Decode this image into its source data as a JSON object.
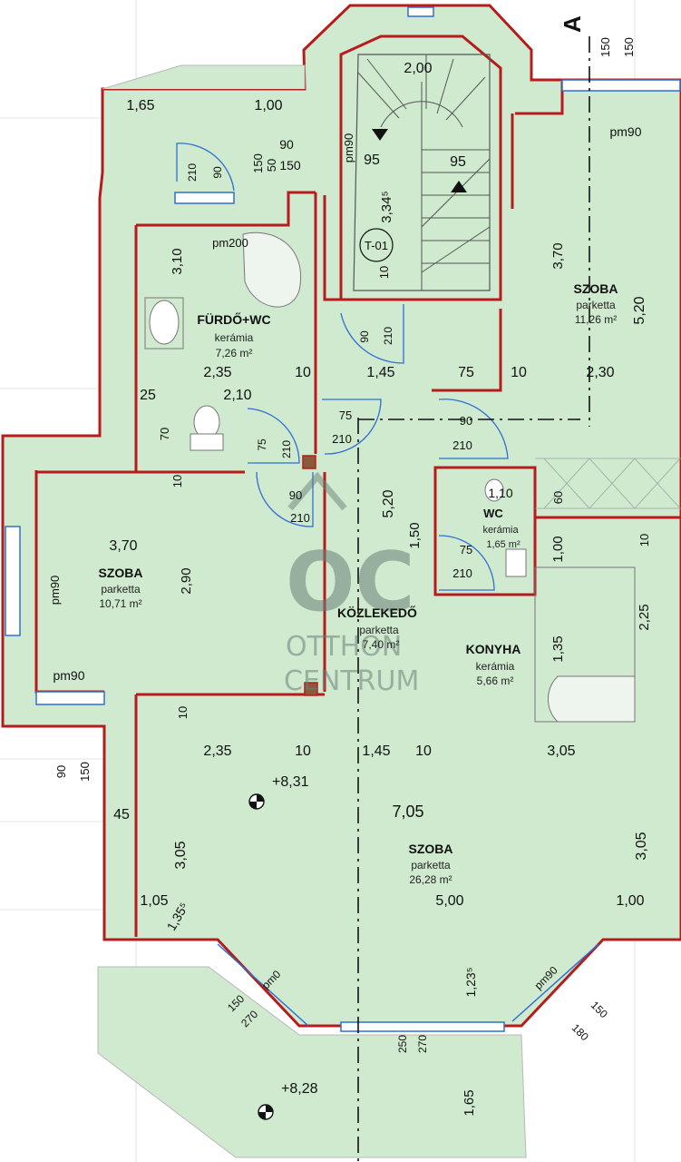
{
  "rooms": {
    "bath": {
      "name": "FÜRDŐ+WC",
      "floor": "kerámia",
      "area": "7,26 m²"
    },
    "room_tr": {
      "name": "SZOBA",
      "floor": "parketta",
      "area": "11,26 m²"
    },
    "wc": {
      "name": "WC",
      "floor": "kerámia",
      "area": "1,65 m²"
    },
    "room_l": {
      "name": "SZOBA",
      "floor": "parketta",
      "area": "10,71 m²"
    },
    "corridor": {
      "name": "KÖZLEKEDŐ",
      "floor": "parketta",
      "area": "7,40 m²"
    },
    "kitchen": {
      "name": "KONYHA",
      "floor": "kerámia",
      "area": "5,66 m²"
    },
    "room_big": {
      "name": "SZOBA",
      "floor": "parketta",
      "area": "26,28 m²"
    }
  },
  "stair": {
    "tag": "T-01",
    "width": "2,00",
    "run_a": "95",
    "run_b": "95",
    "height": "3,34⁵"
  },
  "levels": {
    "upper": "+8,31",
    "lower": "+8,28"
  },
  "section_mark": "A",
  "watermark": {
    "logo": "OC",
    "line1": "OTTHON",
    "line2": "CENTRUM"
  },
  "dims": [
    "1,65",
    "1,00",
    "2,00",
    "150",
    "150",
    "pm90",
    "90",
    "150",
    "50",
    "150",
    "210",
    "90",
    "pm90",
    "95",
    "95",
    "3,34⁵",
    "T-01",
    "10",
    "3,10",
    "pm200",
    "3,70",
    "5,20",
    "90",
    "210",
    "2,35",
    "10",
    "1,45",
    "75",
    "10",
    "2,30",
    "25",
    "2,10",
    "70",
    "75",
    "210",
    "75",
    "210",
    "90",
    "210",
    "90",
    "210",
    "10",
    "5,20",
    "1,10",
    "60",
    "1,50",
    "75",
    "210",
    "1,00",
    "10",
    "3,70",
    "2,90",
    "pm90",
    "2,25",
    "1,35",
    "pm90",
    "10",
    "90",
    "150",
    "2,35",
    "10",
    "1,45",
    "10",
    "3,05",
    "45",
    "7,05",
    "3,05",
    "3,05",
    "1,05",
    "5,00",
    "1,00",
    "pm0",
    "1,23⁵",
    "pm90",
    "1,35⁵",
    "150",
    "270",
    "150",
    "180",
    "250",
    "270",
    "1,65",
    "10",
    "10"
  ]
}
